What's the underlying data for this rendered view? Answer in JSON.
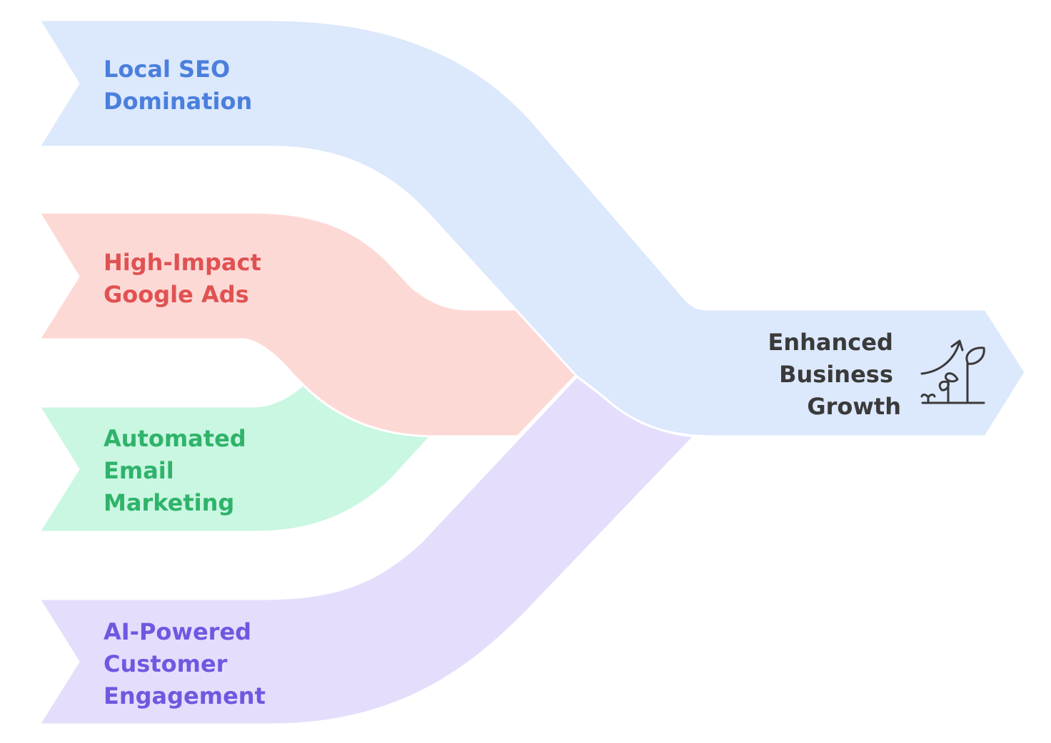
{
  "inputs": [
    {
      "id": "local-seo",
      "lines": [
        "Local SEO",
        "Domination"
      ],
      "text_color": "#4a7fdc",
      "fill_color": "#dce8fc"
    },
    {
      "id": "google-ads",
      "lines": [
        "High-Impact",
        "Google Ads"
      ],
      "text_color": "#e05252",
      "fill_color": "#fdd9d6"
    },
    {
      "id": "email-marketing",
      "lines": [
        "Automated",
        "Email",
        "Marketing"
      ],
      "text_color": "#2fb36a",
      "fill_color": "#c9f7e2"
    },
    {
      "id": "ai-engagement",
      "lines": [
        "AI-Powered",
        "Customer",
        "Engagement"
      ],
      "text_color": "#7157e0",
      "fill_color": "#e4defc"
    }
  ],
  "output": {
    "lines": [
      "Enhanced",
      "Business",
      "Growth"
    ],
    "text_color": "#3a3a3a",
    "fill_color": "#dce8fc",
    "icon": "growth-plant-icon"
  }
}
